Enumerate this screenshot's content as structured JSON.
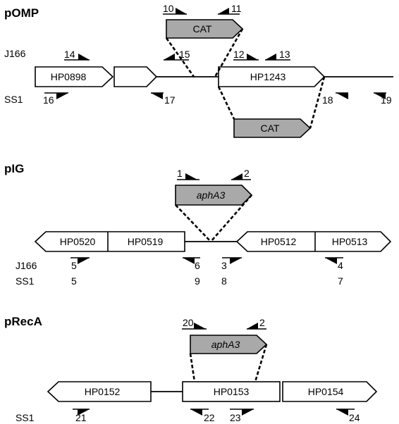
{
  "panels": {
    "pomp": {
      "title": "pOMP",
      "strain_top": "J166",
      "strain_bottom": "SS1",
      "genes": [
        "HP0898",
        "HP1243"
      ],
      "inserts": [
        "CAT",
        "CAT"
      ],
      "primers": [
        "10",
        "11",
        "14",
        "15",
        "12",
        "13",
        "16",
        "17",
        "18",
        "19"
      ]
    },
    "pig": {
      "title": "pIG",
      "strain_top": "J166",
      "strain_bottom": "SS1",
      "genes": [
        "HP0520",
        "HP0519",
        "HP0512",
        "HP0513"
      ],
      "insert": "aphA3",
      "primers_top": [
        "1",
        "2"
      ],
      "primers_j166": [
        "5",
        "6",
        "3",
        "4"
      ],
      "primers_ss1": [
        "5",
        "9",
        "8",
        "7"
      ]
    },
    "preca": {
      "title": "pRecA",
      "strain_bottom": "SS1",
      "genes": [
        "HP0152",
        "HP0153",
        "HP0154"
      ],
      "insert": "aphA3",
      "primers_top": [
        "20",
        "2"
      ],
      "primers_bottom": [
        "21",
        "22",
        "23",
        "24"
      ]
    }
  },
  "colors": {
    "insert_fill": "#a9a9a9",
    "gene_fill": "#ffffff",
    "line": "#000000"
  }
}
